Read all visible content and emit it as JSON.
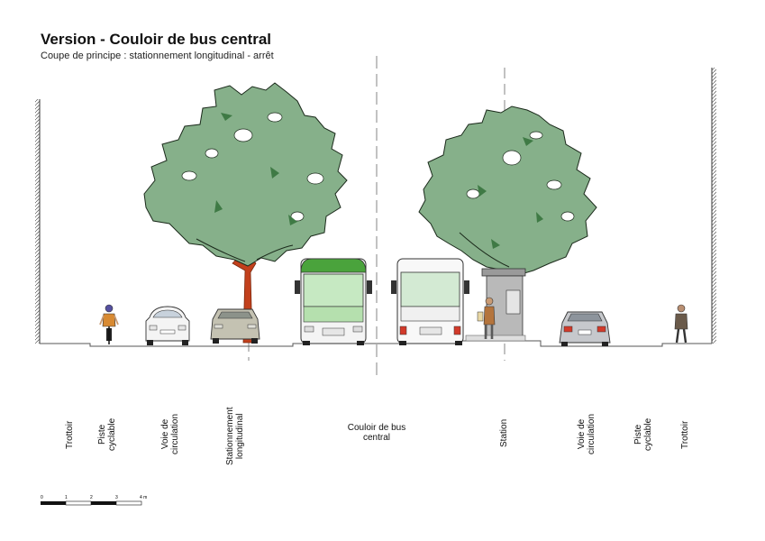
{
  "header": {
    "title": "Version - Couloir de bus central",
    "subtitle": "Coupe de principe : stationnement longitudinal - arrêt"
  },
  "zones": [
    {
      "id": "trottoir-left",
      "lines": [
        "Trottoir"
      ]
    },
    {
      "id": "piste-left",
      "lines": [
        "Piste",
        "cyclable"
      ]
    },
    {
      "id": "voie-left",
      "lines": [
        "Voie de",
        "circulation"
      ]
    },
    {
      "id": "stationnement",
      "lines": [
        "Stationnement",
        "longitudinal"
      ]
    },
    {
      "id": "couloir",
      "lines": [
        "Couloir de bus",
        "central"
      ]
    },
    {
      "id": "station",
      "lines": [
        "Station"
      ]
    },
    {
      "id": "voie-right",
      "lines": [
        "Voie de",
        "circulation"
      ]
    },
    {
      "id": "piste-right",
      "lines": [
        "Piste",
        "cyclable"
      ]
    },
    {
      "id": "trottoir-right",
      "lines": [
        "Trottoir"
      ]
    }
  ],
  "scale": {
    "ticks": [
      "0",
      "1",
      "2",
      "3",
      "4 m"
    ]
  },
  "colors": {
    "foliage": "#86b08a",
    "trunk": "#c2401c",
    "bus_green_roof": "#4aa33c",
    "bus_glass": "#c6e9c2",
    "shelter": "#b9b9b9"
  }
}
